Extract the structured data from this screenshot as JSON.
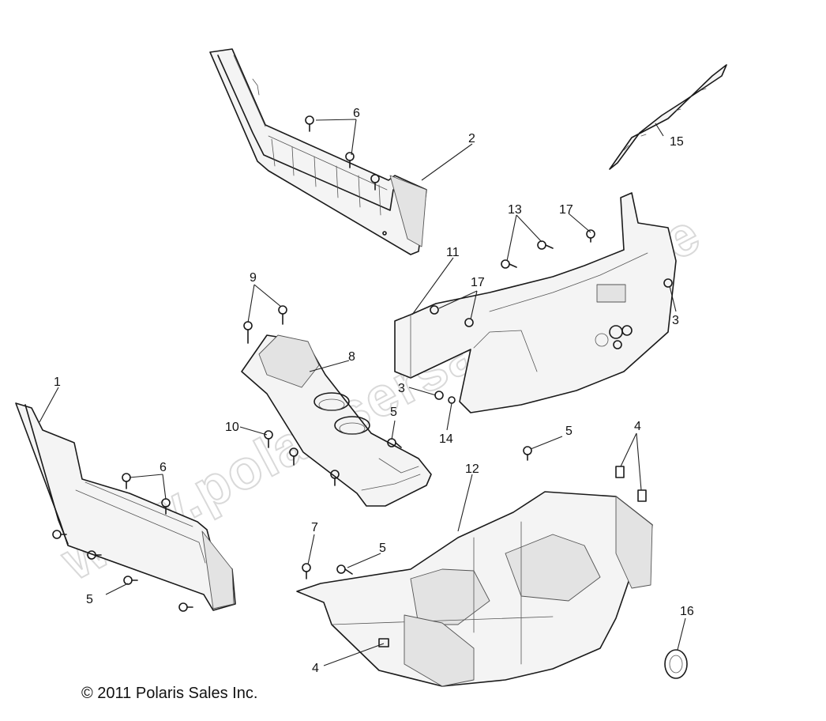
{
  "watermark": "www.polarisersatzteile.de",
  "copyright": "© 2011 Polaris Sales Inc.",
  "callouts": {
    "c1": "1",
    "c2": "2",
    "c3a": "3",
    "c3b": "3",
    "c4a": "4",
    "c4b": "4",
    "c5a": "5",
    "c5b": "5",
    "c5c": "5",
    "c5d": "5",
    "c6a": "6",
    "c6b": "6",
    "c7": "7",
    "c8": "8",
    "c9": "9",
    "c10": "10",
    "c11": "11",
    "c12": "12",
    "c13": "13",
    "c14": "14",
    "c15": "15",
    "c16": "16",
    "c17a": "17",
    "c17b": "17"
  }
}
